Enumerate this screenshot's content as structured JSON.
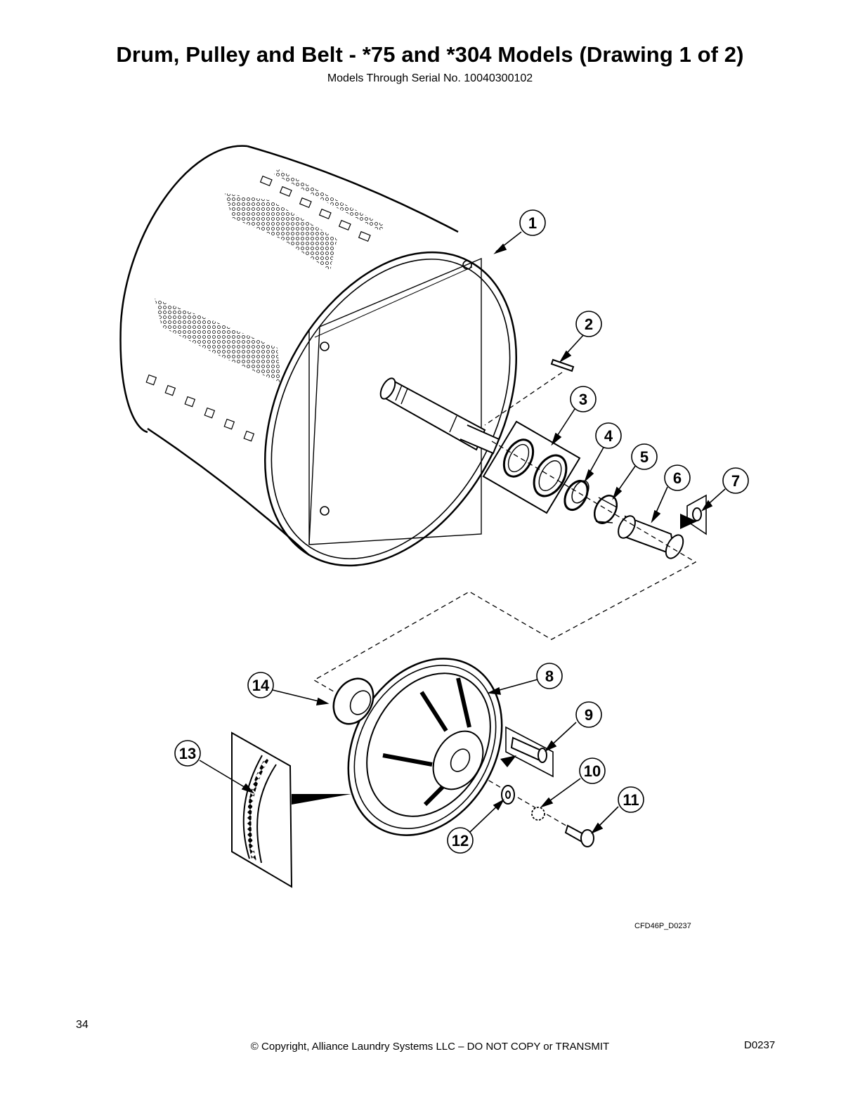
{
  "title": "Drum, Pulley and Belt - *75 and *304 Models (Drawing 1 of 2)",
  "subtitle": "Models Through Serial No. 10040300102",
  "callouts": [
    "1",
    "2",
    "3",
    "4",
    "5",
    "6",
    "7",
    "8",
    "9",
    "10",
    "11",
    "12",
    "13",
    "14"
  ],
  "drawing_code": "CFD46P_D0237",
  "footer": {
    "page_number": "34",
    "copyright": "© Copyright, Alliance Laundry Systems LLC – DO NOT COPY or TRANSMIT",
    "doc_code": "D0237"
  }
}
